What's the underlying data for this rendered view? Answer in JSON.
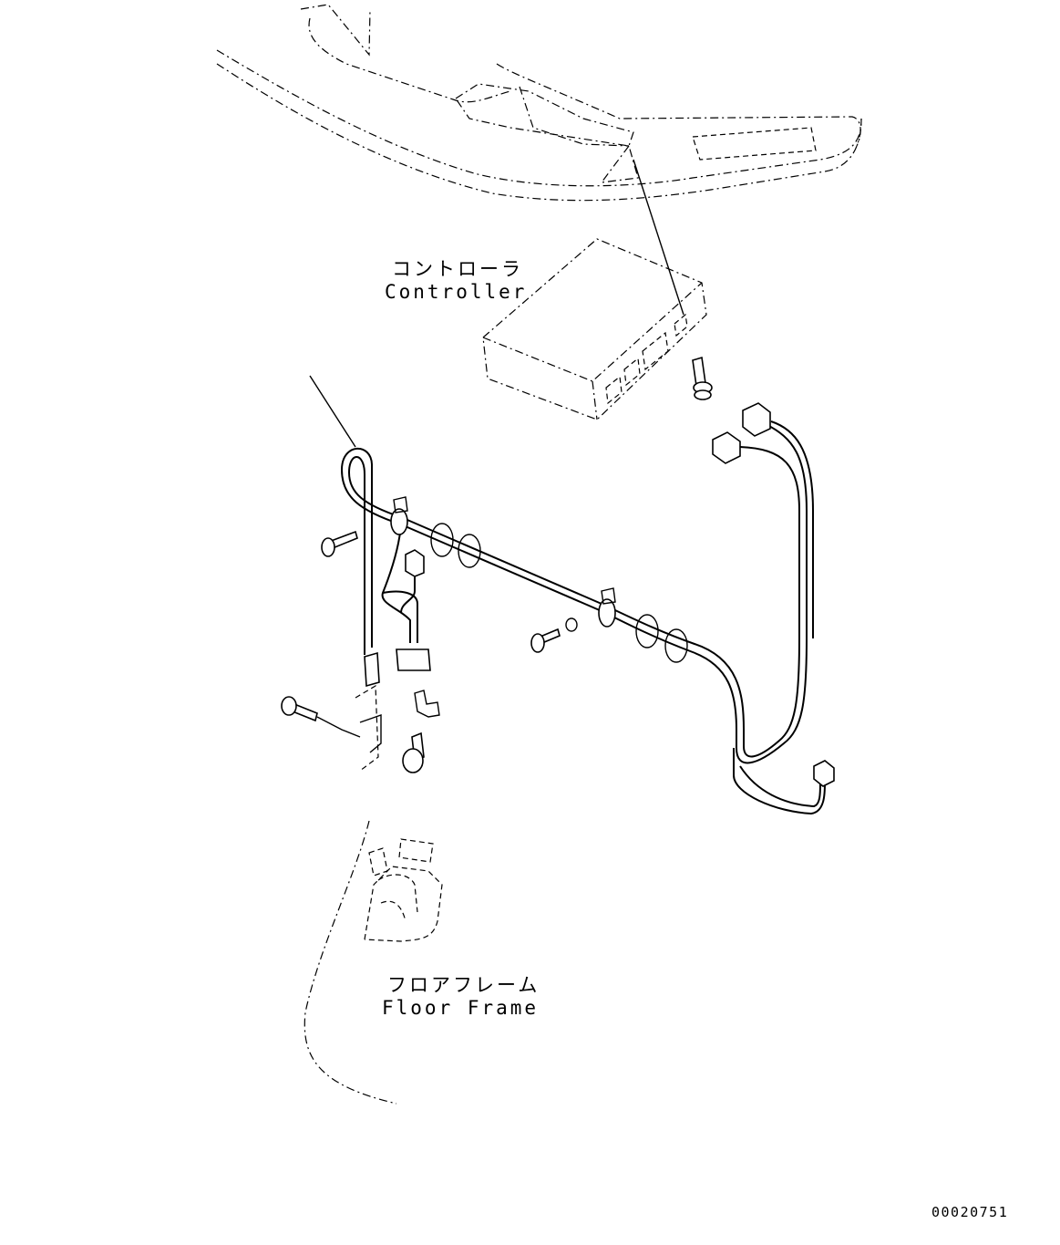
{
  "labels": {
    "controller_jp": "コントローラ",
    "controller_en": "Controller",
    "floor_frame_jp": "フロアフレーム",
    "floor_frame_en": "Floor Frame",
    "drawing_number": "00020751"
  },
  "colors": {
    "line": "#000000",
    "background": "#ffffff"
  }
}
